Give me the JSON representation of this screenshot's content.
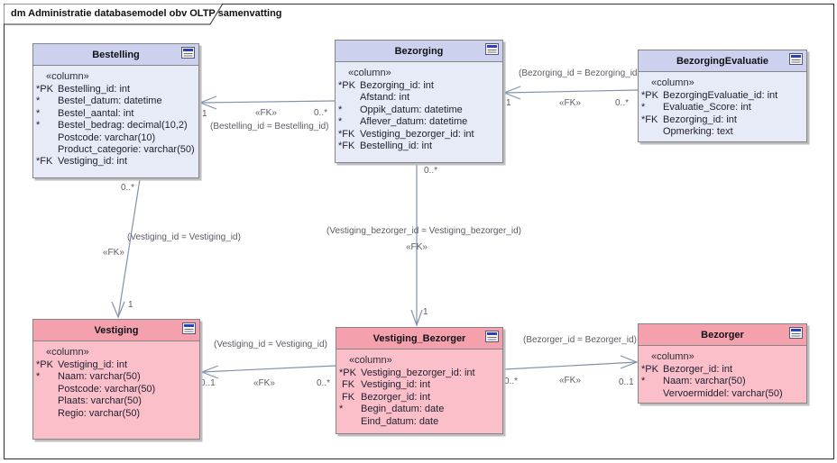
{
  "frame": {
    "title": "dm Administratie databasemodel obv OLTP samenvatting"
  },
  "stereotype": "«column»",
  "icons": {
    "header_icon": "table-icon"
  },
  "colors": {
    "blue_header": "#ccd2ee",
    "blue_body": "#e7eaf7",
    "pink_header": "#f5a0ad",
    "pink_body": "#fbbfc9",
    "wire": "#8292aa"
  },
  "tables": [
    {
      "name": "Bestelling",
      "theme": "blue",
      "rows": [
        {
          "prefix": "*PK",
          "text": "Bestelling_id: int"
        },
        {
          "prefix": "*",
          "text": "Bestel_datum: datetime"
        },
        {
          "prefix": "*",
          "text": "Bestel_aantal: int"
        },
        {
          "prefix": "*",
          "text": "Bestel_bedrag: decimal(10,2)"
        },
        {
          "prefix": "",
          "text": "Postcode: varchar(10)"
        },
        {
          "prefix": "",
          "text": "Product_categorie: varchar(50)"
        },
        {
          "prefix": "*FK",
          "text": "Vestiging_id: int"
        }
      ]
    },
    {
      "name": "Bezorging",
      "theme": "blue",
      "rows": [
        {
          "prefix": "*PK",
          "text": "Bezorging_id: int"
        },
        {
          "prefix": "",
          "text": "Afstand: int"
        },
        {
          "prefix": "*",
          "text": "Oppik_datum: datetime"
        },
        {
          "prefix": "*",
          "text": "Aflever_datum: datetime"
        },
        {
          "prefix": "*FK",
          "text": "Vestiging_bezorger_id: int"
        },
        {
          "prefix": "*FK",
          "text": "Bestelling_id: int"
        }
      ]
    },
    {
      "name": "BezorgingEvaluatie",
      "theme": "blue",
      "rows": [
        {
          "prefix": "*PK",
          "text": "BezorgingEvaluatie_id: int"
        },
        {
          "prefix": "*",
          "text": "Evaluatie_Score: int"
        },
        {
          "prefix": "*FK",
          "text": "Bezorging_id: int"
        },
        {
          "prefix": "",
          "text": "Opmerking: text"
        }
      ]
    },
    {
      "name": "Vestiging",
      "theme": "pink",
      "rows": [
        {
          "prefix": "*PK",
          "text": "Vestiging_id: int"
        },
        {
          "prefix": "*",
          "text": "Naam: varchar(50)"
        },
        {
          "prefix": "",
          "text": "Postcode: varchar(50)"
        },
        {
          "prefix": "",
          "text": "Plaats: varchar(50)"
        },
        {
          "prefix": "",
          "text": "Regio: varchar(50)"
        }
      ]
    },
    {
      "name": "Vestiging_Bezorger",
      "theme": "pink",
      "rows": [
        {
          "prefix": "*PK",
          "text": "Vestiging_bezorger_id: int"
        },
        {
          "prefix": " FK",
          "text": "Vestiging_id: int"
        },
        {
          "prefix": " FK",
          "text": "Bezorger_id: int"
        },
        {
          "prefix": "*",
          "text": "Begin_datum: date"
        },
        {
          "prefix": "",
          "text": "Eind_datum: date"
        }
      ]
    },
    {
      "name": "Bezorger",
      "theme": "pink",
      "rows": [
        {
          "prefix": "*PK",
          "text": "Bezorger_id: int"
        },
        {
          "prefix": "*",
          "text": "Naam: varchar(50)"
        },
        {
          "prefix": "",
          "text": "Vervoermiddel: varchar(50)"
        }
      ]
    }
  ],
  "connectors": [
    {
      "from": "Bezorging",
      "to": "Bestelling",
      "fk": "«FK»",
      "eq": "(Bestelling_id = Bestelling_id)",
      "target_mult": "1",
      "source_mult": "0..*"
    },
    {
      "from": "BezorgingEvaluatie",
      "to": "Bezorging",
      "fk": "«FK»",
      "eq": "(Bezorging_id = Bezorging_id)",
      "target_mult": "1",
      "source_mult": "0..*"
    },
    {
      "from": "Bestelling",
      "to": "Vestiging",
      "fk": "«FK»",
      "eq": "(Vestiging_id = Vestiging_id)",
      "target_mult": "1",
      "source_mult": "0..*"
    },
    {
      "from": "Bezorging",
      "to": "Vestiging_Bezorger",
      "fk": "«FK»",
      "eq": "(Vestiging_bezorger_id = Vestiging_bezorger_id)",
      "target_mult": "1",
      "source_mult": "0..*"
    },
    {
      "from": "Vestiging_Bezorger",
      "to": "Vestiging",
      "fk": "«FK»",
      "eq": "(Vestiging_id = Vestiging_id)",
      "target_mult": "0..1",
      "source_mult": "0..*"
    },
    {
      "from": "Vestiging_Bezorger",
      "to": "Bezorger",
      "fk": "«FK»",
      "eq": "(Bezorger_id = Bezorger_id)",
      "target_mult": "0..1",
      "source_mult": "0..*"
    }
  ]
}
